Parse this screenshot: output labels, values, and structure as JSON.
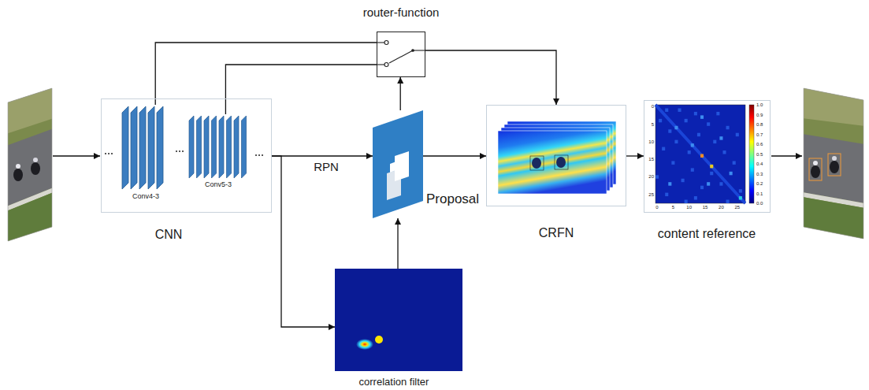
{
  "diagram": {
    "nodes": [
      {
        "text": [
          "CNN"
        ]
      },
      {
        "text": [
          "Conv4-3"
        ],
        "in": 0
      },
      {
        "text": [
          "Conv5-3"
        ],
        "in": 0
      },
      {
        "text": [
          "router-function"
        ]
      },
      {
        "text": [
          "Proposal"
        ]
      },
      {
        "text": [
          "CRFN"
        ]
      },
      {
        "text": [
          "content reference"
        ]
      },
      {
        "text": [
          "correlation filter"
        ]
      }
    ],
    "edges": [
      {
        "from": 1,
        "to": 3,
        "arrow": "none"
      },
      {
        "from": 2,
        "to": 3,
        "arrow": "none"
      },
      {
        "from": 0,
        "to": 4,
        "label": "RPN",
        "arrow": "to"
      },
      {
        "from": 0,
        "to": 7,
        "arrow": "to"
      },
      {
        "from": 7,
        "to": 4,
        "arrow": "to"
      },
      {
        "from": 4,
        "to": 3,
        "arrow": "to"
      },
      {
        "from": 3,
        "to": 5,
        "arrow": "to"
      },
      {
        "from": 4,
        "to": 5,
        "arrow": "to"
      },
      {
        "from": 5,
        "to": 6,
        "arrow": "to"
      }
    ],
    "labels": [
      "1.0",
      "0.9",
      "0.8",
      "0.7",
      "0.6",
      "0.5",
      "0.4",
      "0.3",
      "0.2",
      "0.1",
      "0.0",
      "0",
      "5",
      "10",
      "15",
      "20",
      "25",
      "0",
      "5",
      "10",
      "15",
      "20",
      "25"
    ]
  }
}
